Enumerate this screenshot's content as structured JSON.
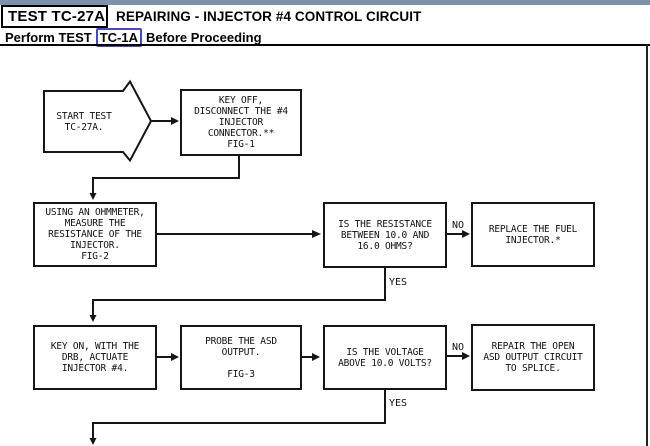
{
  "header": {
    "test_id": "TEST TC-27A",
    "title": "REPAIRING - INJECTOR #4 CONTROL CIRCUIT",
    "subtitle_prefix": "Perform TEST",
    "subtitle_link": "TC-1A",
    "subtitle_suffix": "Before Proceeding"
  },
  "colors": {
    "top_bar": "#7e93a9",
    "link_border": "#4646d2",
    "line": "#161616"
  },
  "flowchart": {
    "start": {
      "text": "START TEST\nTC-27A."
    },
    "nodes": [
      {
        "id": "key-off",
        "text": "KEY OFF,\nDISCONNECT THE #4\nINJECTOR\nCONNECTOR.**\nFIG-1"
      },
      {
        "id": "ohmmeter",
        "text": "USING AN OHMMETER,\nMEASURE THE\nRESISTANCE OF THE\nINJECTOR.\nFIG-2"
      },
      {
        "id": "resistance",
        "text": "IS THE RESISTANCE\nBETWEEN 10.0 AND\n16.0 OHMS?"
      },
      {
        "id": "replace",
        "text": "REPLACE THE FUEL\nINJECTOR.*"
      },
      {
        "id": "key-on",
        "text": "KEY ON, WITH THE\nDRB, ACTUATE\nINJECTOR #4."
      },
      {
        "id": "probe",
        "text": "PROBE THE ASD\nOUTPUT.\n\nFIG-3"
      },
      {
        "id": "voltage",
        "text": "IS THE VOLTAGE\nABOVE 10.0 VOLTS?"
      },
      {
        "id": "repair",
        "text": "REPAIR THE OPEN\nASD OUTPUT CIRCUIT\nTO SPLICE."
      }
    ],
    "labels": {
      "no1": "NO",
      "yes1": "YES",
      "no2": "NO",
      "yes2": "YES"
    }
  }
}
